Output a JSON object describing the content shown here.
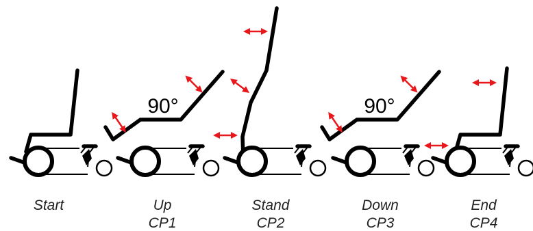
{
  "diagram": {
    "angle_label": "90°",
    "colors": {
      "frame": "#000000",
      "arrow": "#e8171b",
      "text": "#222222"
    },
    "phases": [
      {
        "label": "Start",
        "checkpoint": ""
      },
      {
        "label": "Up",
        "checkpoint": "CP1"
      },
      {
        "label": "Stand",
        "checkpoint": "CP2"
      },
      {
        "label": "Down",
        "checkpoint": "CP3"
      },
      {
        "label": "End",
        "checkpoint": "CP4"
      }
    ]
  }
}
